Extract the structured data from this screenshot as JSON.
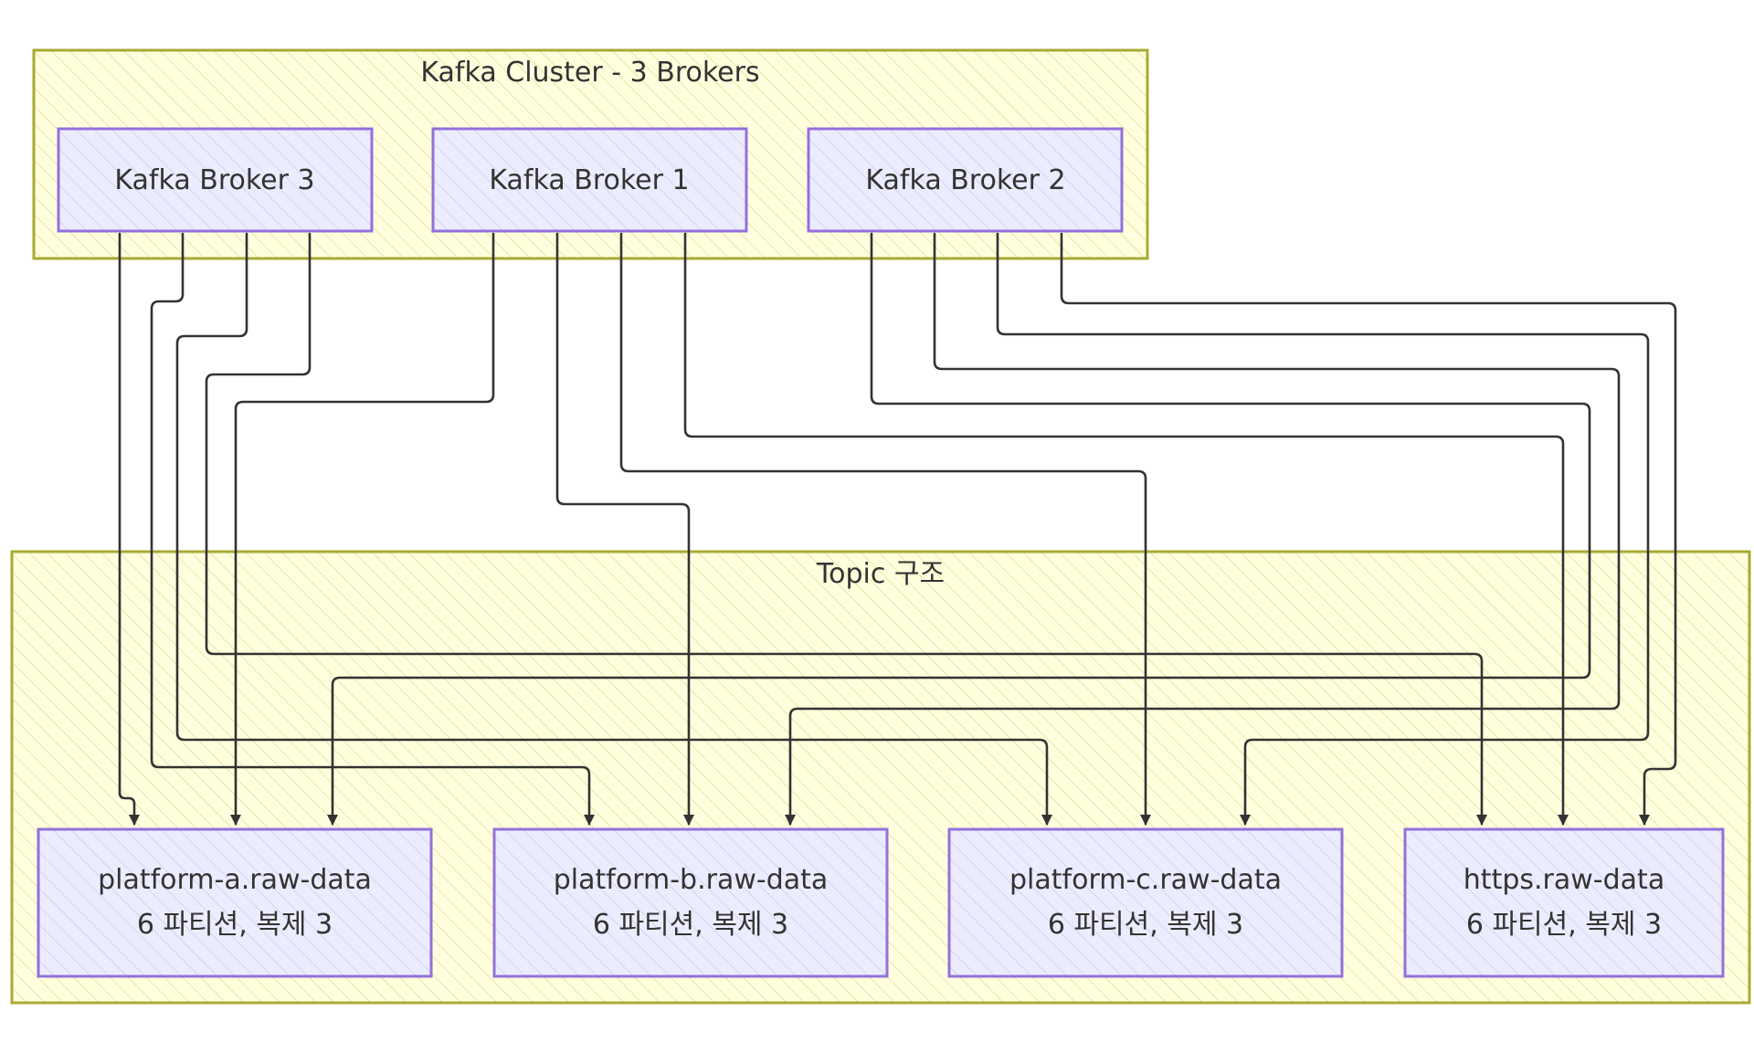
{
  "clusters": {
    "kafka": {
      "label": "Kafka Cluster - 3 Brokers"
    },
    "topics": {
      "label": "Topic 구조"
    }
  },
  "brokers": [
    {
      "id": "b3",
      "label": "Kafka Broker 3"
    },
    {
      "id": "b1",
      "label": "Kafka Broker 1"
    },
    {
      "id": "b2",
      "label": "Kafka Broker 2"
    }
  ],
  "topics": [
    {
      "id": "ta",
      "name": "platform-a.raw-data",
      "detail": "6 파티션, 복제 3"
    },
    {
      "id": "tb",
      "name": "platform-b.raw-data",
      "detail": "6 파티션, 복제 3"
    },
    {
      "id": "tc",
      "name": "platform-c.raw-data",
      "detail": "6 파티션, 복제 3"
    },
    {
      "id": "th",
      "name": "https.raw-data",
      "detail": "6 파티션, 복제 3"
    }
  ],
  "edges": [
    {
      "from": "b3",
      "to": "ta"
    },
    {
      "from": "b3",
      "to": "tb"
    },
    {
      "from": "b3",
      "to": "tc"
    },
    {
      "from": "b3",
      "to": "th"
    },
    {
      "from": "b1",
      "to": "ta"
    },
    {
      "from": "b1",
      "to": "tb"
    },
    {
      "from": "b1",
      "to": "tc"
    },
    {
      "from": "b1",
      "to": "th"
    },
    {
      "from": "b2",
      "to": "ta"
    },
    {
      "from": "b2",
      "to": "tb"
    },
    {
      "from": "b2",
      "to": "tc"
    },
    {
      "from": "b2",
      "to": "th"
    }
  ],
  "colors": {
    "cluster_fill": "#ffffde",
    "cluster_stroke": "#aaaa33",
    "node_fill": "#ececff",
    "node_stroke": "#9370db",
    "edge": "#333333",
    "text": "#333333"
  }
}
